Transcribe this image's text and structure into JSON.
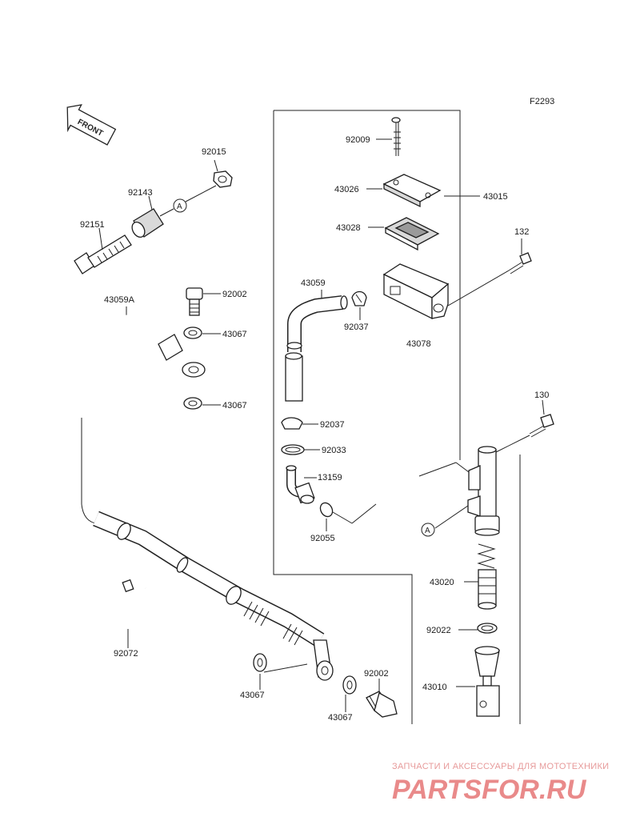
{
  "figure_code": "F2293",
  "front_label": "FRONT",
  "callout_marker": "A",
  "parts": {
    "p92015": "92015",
    "p92143": "92143",
    "p92151": "92151",
    "p43059A": "43059A",
    "p92002a": "92002",
    "p43067a": "43067",
    "p43067b": "43067",
    "p92072": "92072",
    "p43067c": "43067",
    "p43067d": "43067",
    "p92002b": "92002",
    "p92009": "92009",
    "p43026": "43026",
    "p43015": "43015",
    "p43028": "43028",
    "p132": "132",
    "p43059": "43059",
    "p92037a": "92037",
    "p43078": "43078",
    "p92037b": "92037",
    "p92033": "92033",
    "p13159": "13159",
    "p92055": "92055",
    "p130": "130",
    "p43020": "43020",
    "p92022": "92022",
    "p43010": "43010"
  },
  "watermark": {
    "tagline": "ЗАПЧАСТИ И АКСЕССУАРЫ ДЛЯ МОТОТЕХНИКИ",
    "logo": "PARTSFOR.RU",
    "color": "#e05a5a"
  }
}
